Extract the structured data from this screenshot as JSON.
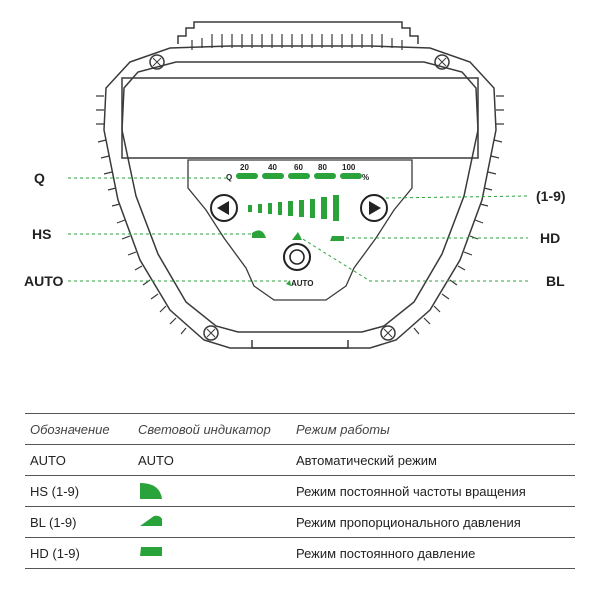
{
  "colors": {
    "green": "#2aa33a",
    "line": "#3a3a3a"
  },
  "callouts": {
    "q": "Q",
    "range": "(1-9)",
    "hs": "HS",
    "hd": "HD",
    "auto": "AUTO",
    "bl": "BL"
  },
  "display": {
    "scale": [
      "20",
      "40",
      "60",
      "80",
      "100",
      "%"
    ],
    "auto_label": "AUTO",
    "q_marker": "Q"
  },
  "icons": {
    "left": "left-arrow-icon",
    "right": "right-arrow-icon",
    "auto": "auto-button-icon"
  },
  "table": {
    "headers": [
      "Обозначение",
      "Световой индикатор",
      "Режим работы"
    ],
    "rows": [
      {
        "designation": "AUTO",
        "indicator": "AUTO",
        "mode": "Автоматический режим"
      },
      {
        "designation": "HS (1-9)",
        "indicator_icon": "hs-indicator-icon",
        "mode": "Режим постоянной частоты вращения"
      },
      {
        "designation": "BL (1-9)",
        "indicator_icon": "bl-indicator-icon",
        "mode": "Режим пропорционального давления"
      },
      {
        "designation": "HD (1-9)",
        "indicator_icon": "hd-indicator-icon",
        "mode": "Режим постоянного давление"
      }
    ]
  }
}
